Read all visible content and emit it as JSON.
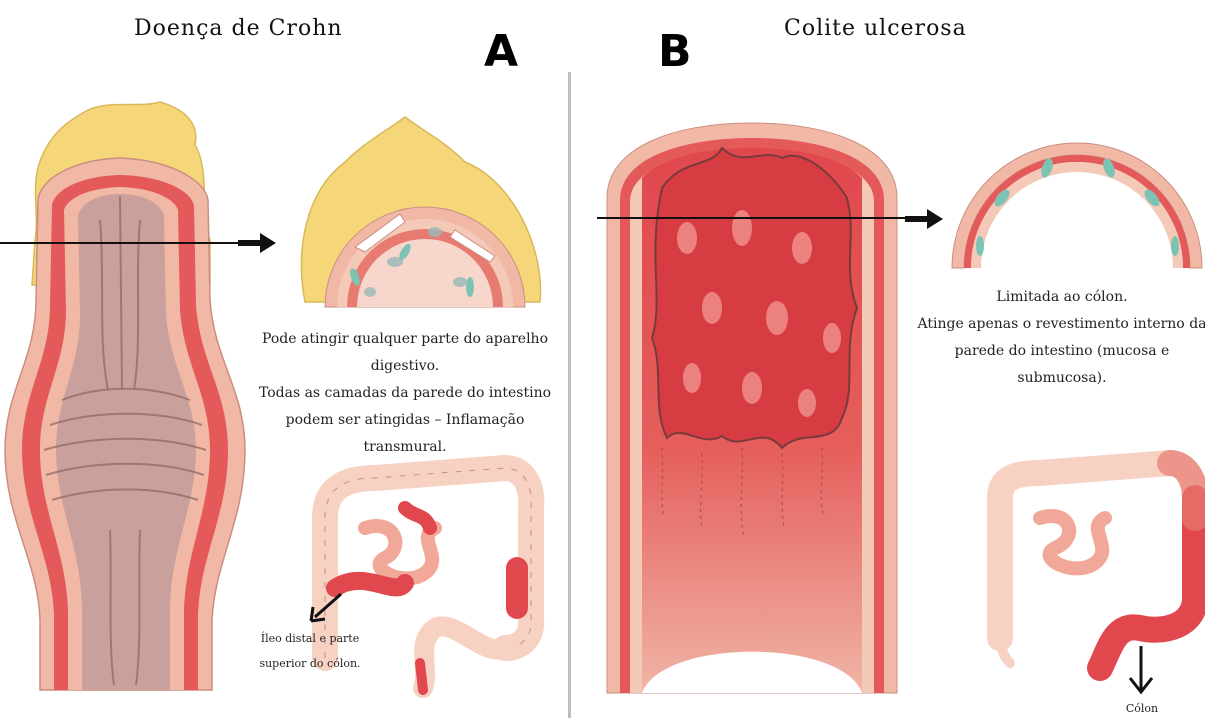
{
  "panel_a": {
    "title": "Doença de Crohn",
    "letter": "A",
    "description": [
      "Pode atingir qualquer parte do aparelho",
      "digestivo.",
      "Todas as camadas da parede do intestino",
      "podem ser atingidas – Inflamação",
      "transmural."
    ],
    "location_label": [
      "Íleo distal e parte",
      "superior do cólon."
    ]
  },
  "panel_b": {
    "title": "Colite ulcerosa",
    "letter": "B",
    "description": [
      "Limitada ao cólon.",
      "Atinge apenas o revestimento interno da",
      "parede do intestino (mucosa e",
      "submucosa)."
    ],
    "location_label": "Cólon"
  },
  "colors": {
    "fat": "#f5d77a",
    "wall_outer": "#f2b8a6",
    "wall_inner": "#e45a5a",
    "mucosa": "#d9a8a4",
    "inflamed": "#e0484e",
    "colon_healthy": "#f7d2c2",
    "ulcer": "#7cc3b4"
  }
}
